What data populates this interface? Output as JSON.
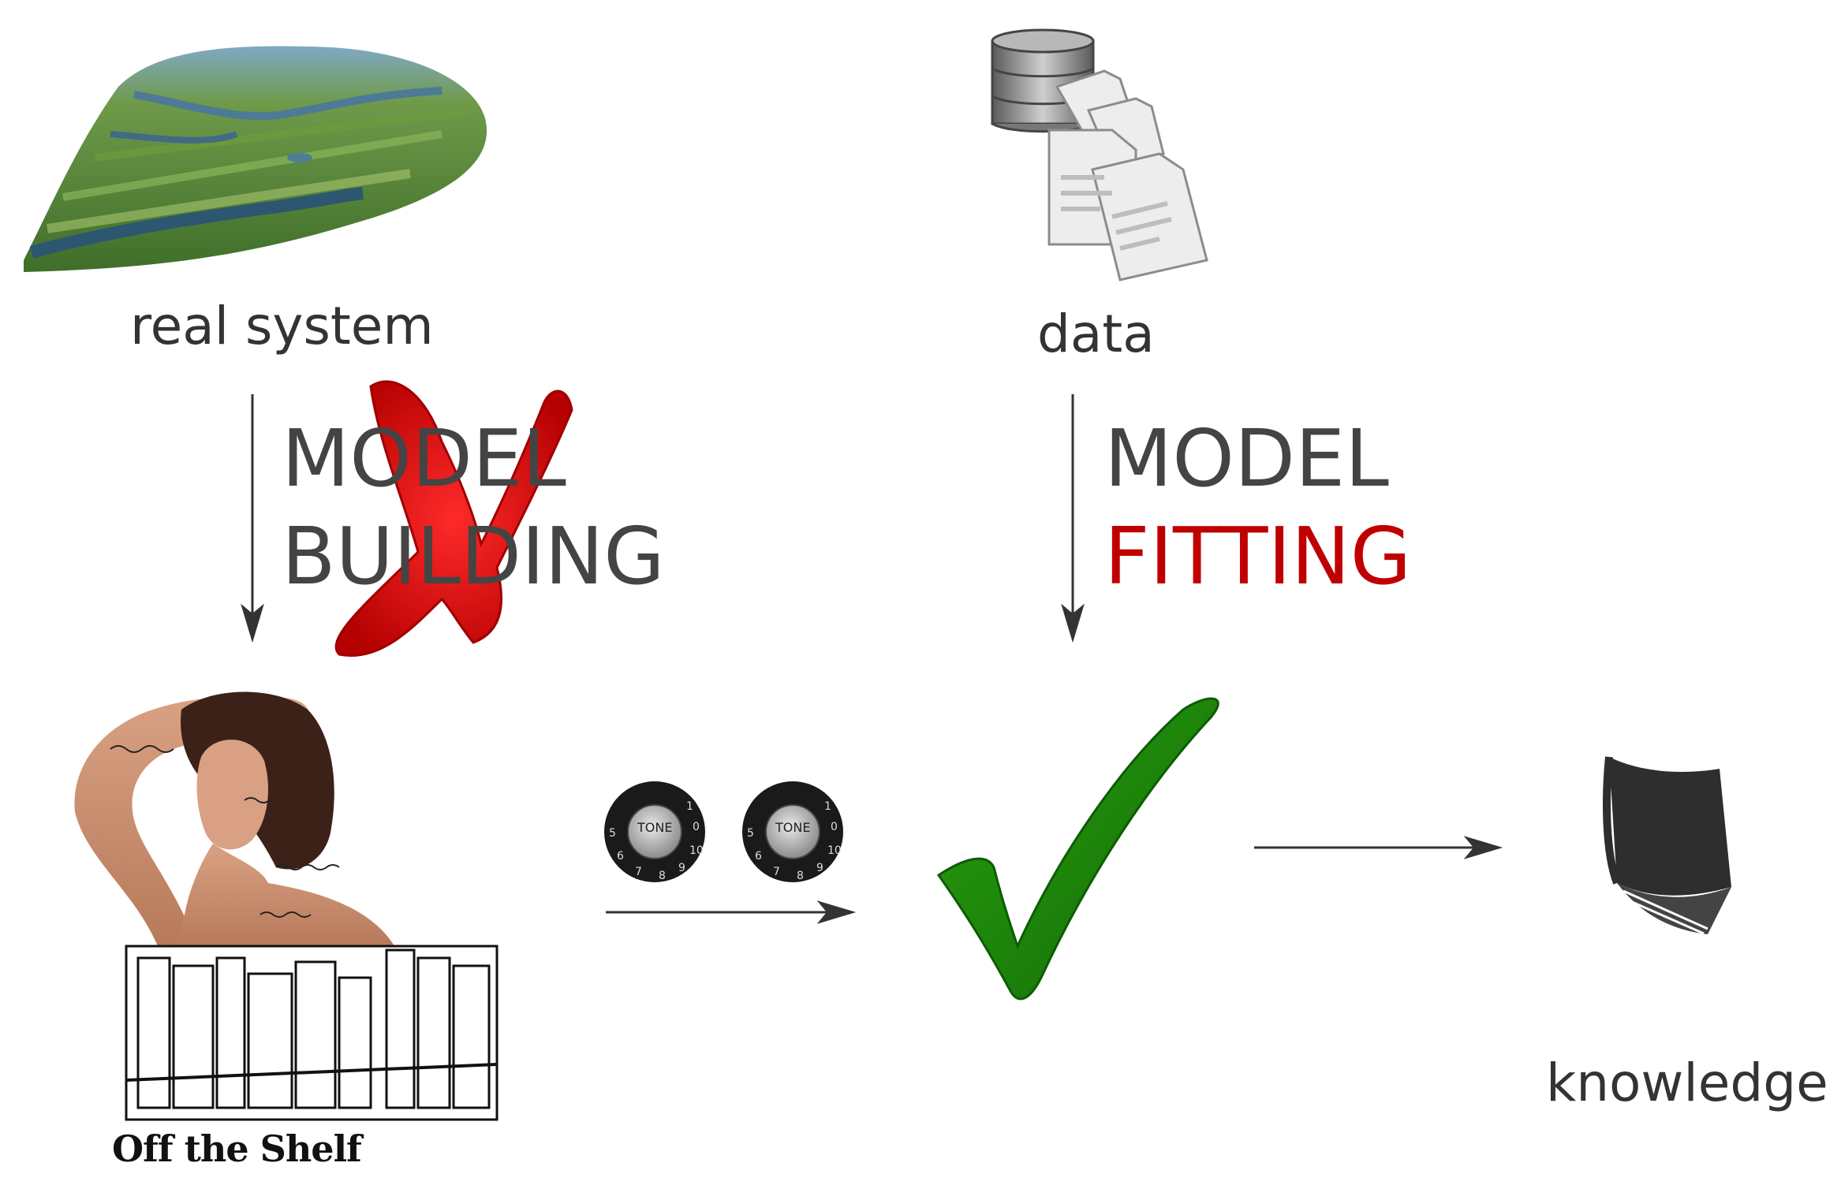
{
  "labels": {
    "real_system": "real system",
    "data": "data",
    "knowledge": "knowledge",
    "model_building_line1": "MODEL",
    "model_building_line2": "BUILDING",
    "model_fitting_line1": "MODEL",
    "model_fitting_line2": "FITTING",
    "off_the_shelf": "Off the Shelf",
    "knob_text": "TONE"
  },
  "colors": {
    "text": "#333333",
    "fitting_red": "#c00000",
    "cross_red": "#e00000",
    "check_green": "#1f8a0f",
    "arrow": "#333333"
  },
  "icons": {
    "real_system": "landscape-image",
    "data": "database-documents-icon",
    "rejected": "red-cross-icon",
    "accepted": "green-check-icon",
    "knowledge": "book-icon",
    "parameters": "tone-knob-icon",
    "model_library": "off-the-shelf-illustration"
  }
}
